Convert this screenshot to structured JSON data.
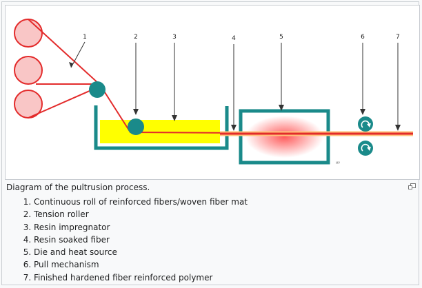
{
  "diagram": {
    "callouts": [
      "1",
      "2",
      "3",
      "4",
      "5",
      "6",
      "7"
    ],
    "credit": "MP",
    "colors": {
      "fiber": "#e32b2b",
      "roll_fill": "#f9c6c6",
      "teal": "#1a8a8a",
      "resin": "#ffff00",
      "heat": "#ff5a5a",
      "product_core": "#ff9b00"
    }
  },
  "caption": {
    "title": "Diagram of the pultrusion process.",
    "magnify_icon": "magnify-clip-icon",
    "items": [
      "Continuous roll of reinforced fibers/woven fiber mat",
      "Tension roller",
      "Resin impregnator",
      "Resin soaked fiber",
      "Die and heat source",
      "Pull mechanism",
      "Finished hardened fiber reinforced polymer"
    ]
  }
}
